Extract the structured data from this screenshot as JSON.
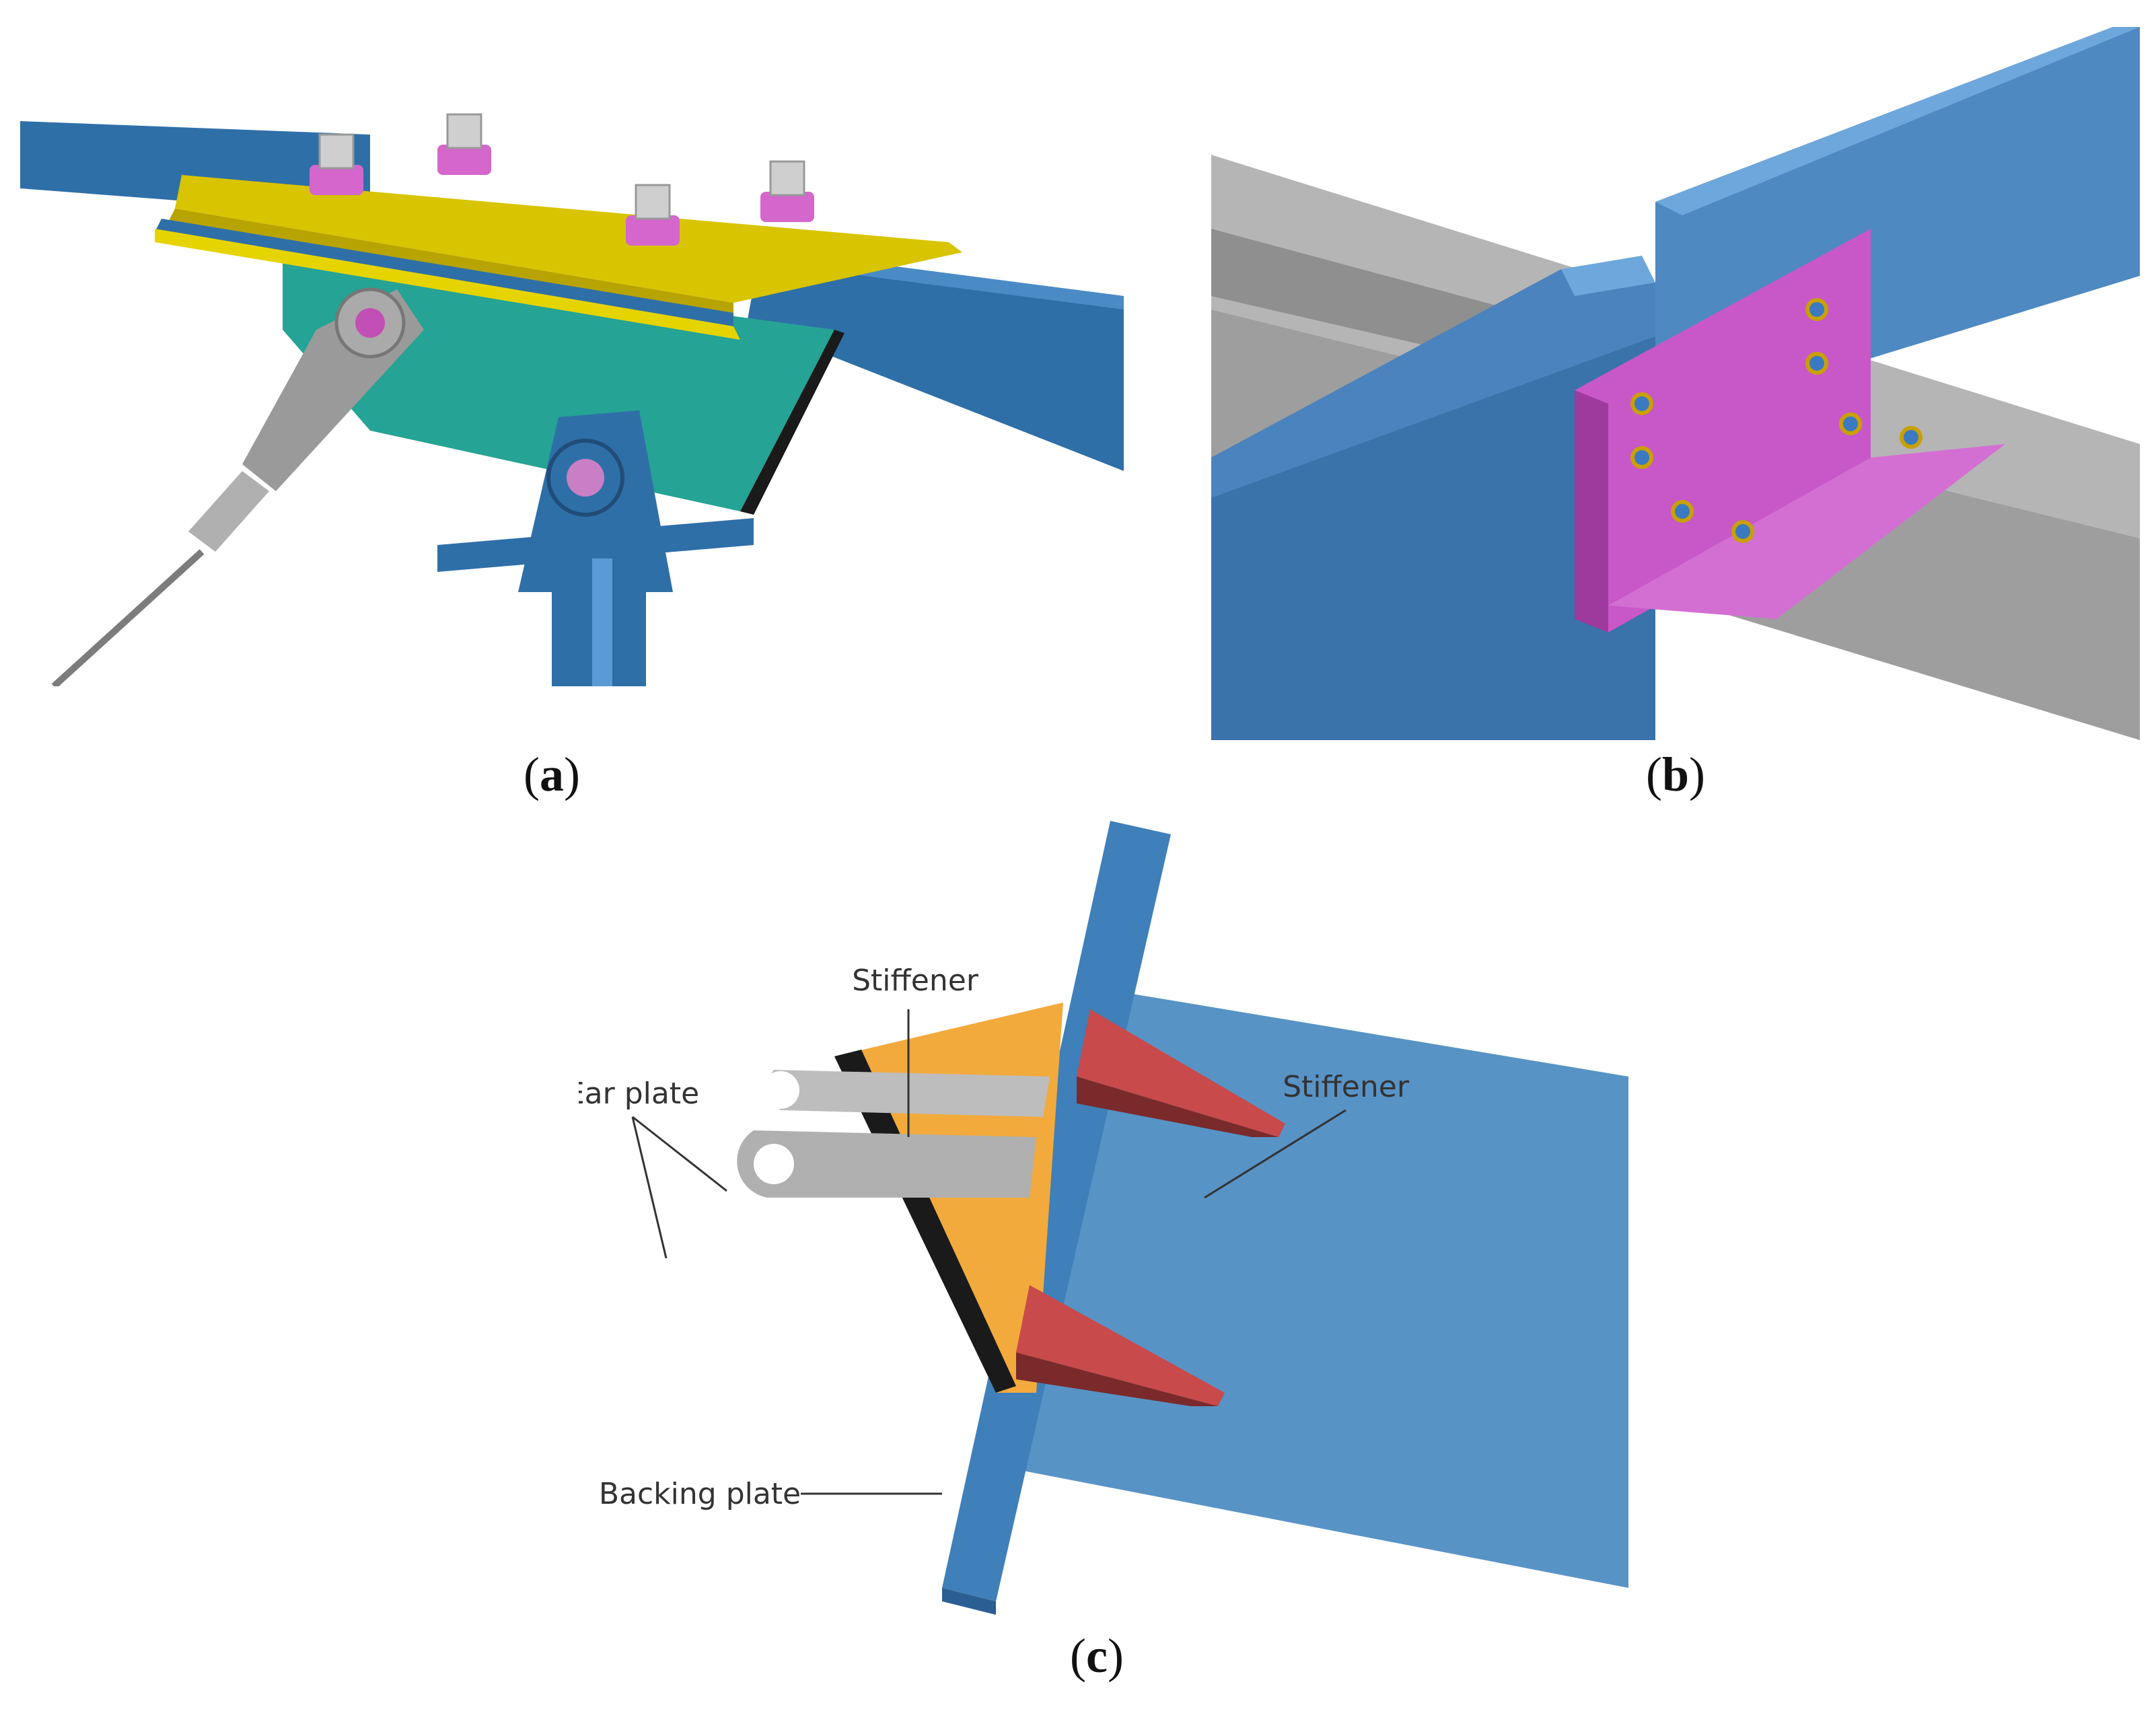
{
  "panels": {
    "a": {
      "caption_open": "(",
      "caption_letter": "a",
      "caption_close": ")"
    },
    "b": {
      "caption_open": "(",
      "caption_letter": "b",
      "caption_close": ")"
    },
    "c": {
      "caption_open": "(",
      "caption_letter": "c",
      "caption_close": ")",
      "labels": {
        "stiffener_top": "Stiffener",
        "stiffener_right": "Stiffener",
        "ear_plate": "Ear plate",
        "backing_plate": "Backing plate"
      }
    }
  },
  "colors": {
    "beam_blue": "#3a7bbf",
    "beam_blue_dark": "#2b5f94",
    "plate_yellow": "#d4c100",
    "bolt_magenta": "#d65fd0",
    "bolt_grey": "#c8c8c8",
    "support_teal": "#2aa39a",
    "angle_magenta": "#c457c4",
    "slab_grey": "#a9a9a9",
    "stiffener_orange": "#f2aa3c",
    "rib_red": "#c84a4a",
    "ear_grey": "#b5b5b5"
  }
}
